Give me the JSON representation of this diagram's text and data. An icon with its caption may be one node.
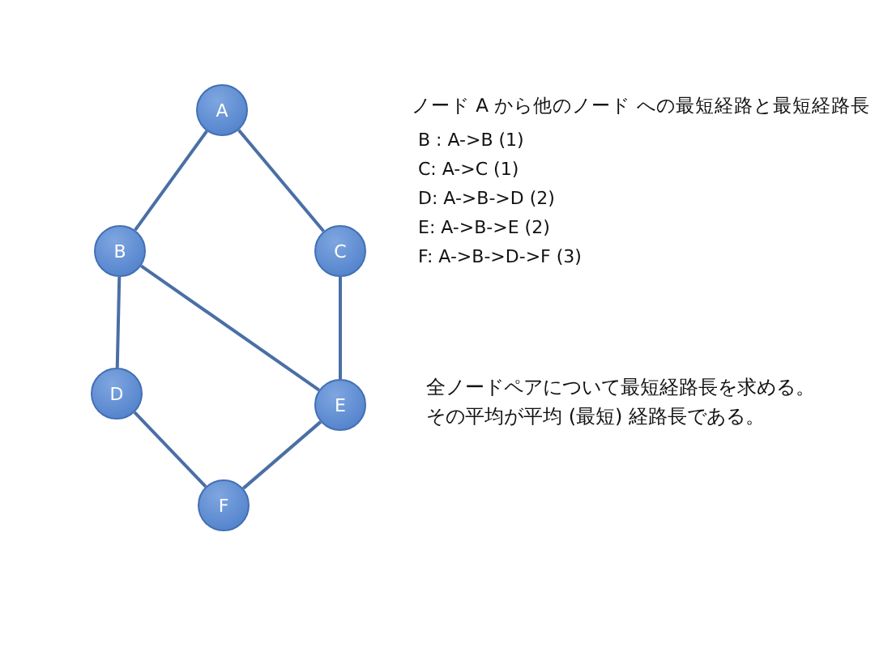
{
  "diagram": {
    "nodes": [
      {
        "text": [
          "A"
        ]
      },
      {
        "text": [
          "B"
        ]
      },
      {
        "text": [
          "C"
        ]
      },
      {
        "text": [
          "D"
        ]
      },
      {
        "text": [
          "E"
        ]
      },
      {
        "text": [
          "F"
        ]
      }
    ],
    "edges": [
      {
        "from": 0,
        "to": 1,
        "arrow": "none"
      },
      {
        "from": 0,
        "to": 2,
        "arrow": "none"
      },
      {
        "from": 1,
        "to": 3,
        "arrow": "none"
      },
      {
        "from": 1,
        "to": 4,
        "arrow": "none"
      },
      {
        "from": 2,
        "to": 4,
        "arrow": "none"
      },
      {
        "from": 3,
        "to": 5,
        "arrow": "none"
      },
      {
        "from": 4,
        "to": 5,
        "arrow": "none"
      }
    ],
    "labels": [
      "ノード A から他のノード への最短経路と最短経路長",
      "B : A->B  (1)",
      "C:  A->C  (1)",
      "D:  A->B->D  (2)",
      "E:  A->B->E  (2)",
      "F:  A->B->D->F (3)",
      "全ノードペアについて最短経路長を求める。",
      "その平均が平均 (最短) 経路長である。"
    ]
  }
}
